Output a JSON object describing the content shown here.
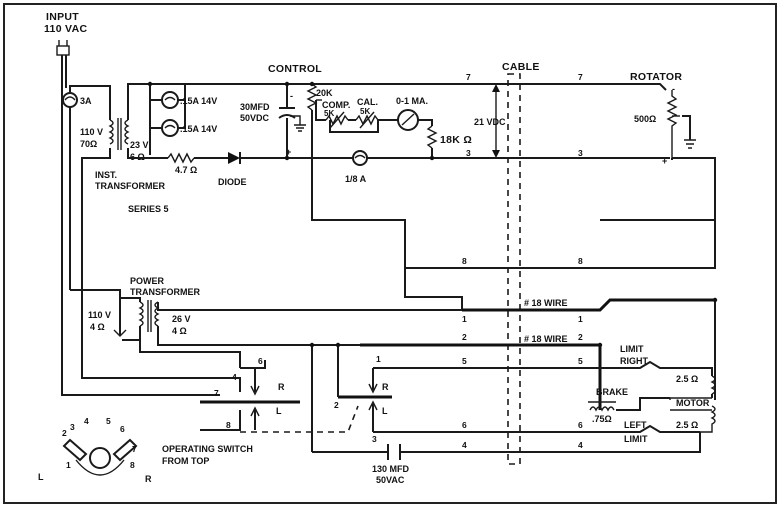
{
  "diagram": {
    "input_label_1": "INPUT",
    "input_label_2": "110 VAC",
    "fuse_3a": "3A",
    "section_control": "CONTROL",
    "section_cable": "CABLE",
    "section_rotator": "ROTATOR",
    "inst_xfmr_primary_1": "110 V",
    "inst_xfmr_primary_2": "70Ω",
    "inst_xfmr_secondary_1": "23 V",
    "inst_xfmr_secondary_2": "6 Ω",
    "inst_xfmr_name_1": "INST.",
    "inst_xfmr_name_2": "TRANSFORMER",
    "lamp_1": ".15A 14V",
    "lamp_2": ".15A 14V",
    "resistor_47": "4.7 Ω",
    "diode_label": "DIODE",
    "cap_30mfd_1": "30MFD",
    "cap_30mfd_2": "50VDC",
    "pot_20k": "20K",
    "comp_label": "COMP.",
    "comp_value": "5K",
    "cal_label": "CAL.",
    "cal_value": "5K",
    "meter_label": "0-1 MA.",
    "resistor_18k": "18K Ω",
    "fuse_18a": "1/8 A",
    "voltage_21vdc": "21 VDC",
    "rotator_pot": "500Ω",
    "series_label": "SERIES 5",
    "power_xfmr_name_1": "POWER",
    "power_xfmr_name_2": "TRANSFORMER",
    "power_primary_1": "110 V",
    "power_primary_2": "4 Ω",
    "power_secondary_1": "26 V",
    "power_secondary_2": "4 Ω",
    "wire_18_a": "# 18 WIRE",
    "wire_18_b": "# 18 WIRE",
    "limit_right_1": "LIMIT",
    "limit_right_2": "RIGHT",
    "brake_label": "BRAKE",
    "brake_value": ".75Ω",
    "motor_label": "MOTOR",
    "motor_winding_top": "2.5 Ω",
    "motor_winding_bottom": "2.5 Ω",
    "limit_left_1": "LEFT",
    "limit_left_2": "LIMIT",
    "cap_130mfd_1": "130 MFD",
    "cap_130mfd_2": "50VAC",
    "op_switch_1": "OPERATING SWITCH",
    "op_switch_2": "FROM TOP",
    "switch_r": "R",
    "switch_l": "L",
    "dial_l": "L",
    "dial_r": "R",
    "plus": "+",
    "minus": "-"
  },
  "terminal_numbers": {
    "t7_left": "7",
    "t7_right": "7",
    "t3_left": "3",
    "t3_right": "3",
    "t8_left": "8",
    "t8_right": "8",
    "t1_left": "1",
    "t1_right": "1",
    "t2_left": "2",
    "t2_right": "2",
    "t5_left": "5",
    "t5_right": "5",
    "t6_left": "6",
    "t6_right": "6",
    "t4_left": "4",
    "t4_right": "4",
    "sw_a_6": "6",
    "sw_a_4": "4",
    "sw_a_7": "7",
    "sw_a_8": "8",
    "sw_b_1": "1",
    "sw_b_2": "2",
    "sw_b_3": "3",
    "dial_2": "2",
    "dial_3": "3",
    "dial_4": "4",
    "dial_5": "5",
    "dial_6": "6",
    "dial_7": "7",
    "dial_8": "8",
    "dial_1": "1"
  }
}
